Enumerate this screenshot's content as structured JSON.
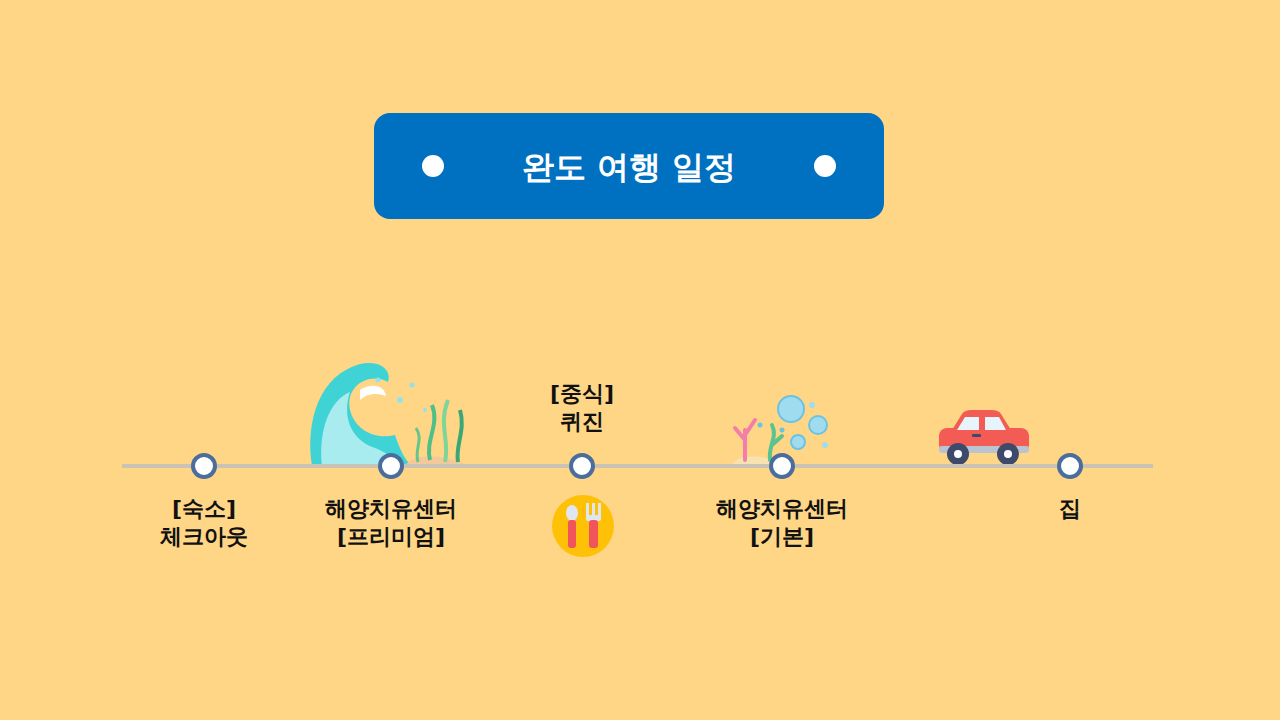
{
  "diagram": {
    "title": "완도 여행 일정",
    "nodes": [
      {
        "text": [
          "[숙소] 체크아웃"
        ]
      },
      {
        "text": [
          "해양치유센터 [프리미엄]"
        ]
      },
      {
        "text": [
          "[중식] 퀴진"
        ]
      },
      {
        "text": [
          "해양치유센터 [기본]"
        ]
      },
      {
        "text": [
          "집"
        ]
      }
    ],
    "edges": [
      {
        "from": 0,
        "to": 1,
        "arrow": "none"
      },
      {
        "from": 1,
        "to": 2,
        "arrow": "none"
      },
      {
        "from": 2,
        "to": 3,
        "arrow": "none"
      },
      {
        "from": 3,
        "to": 4,
        "arrow": "none"
      }
    ]
  }
}
